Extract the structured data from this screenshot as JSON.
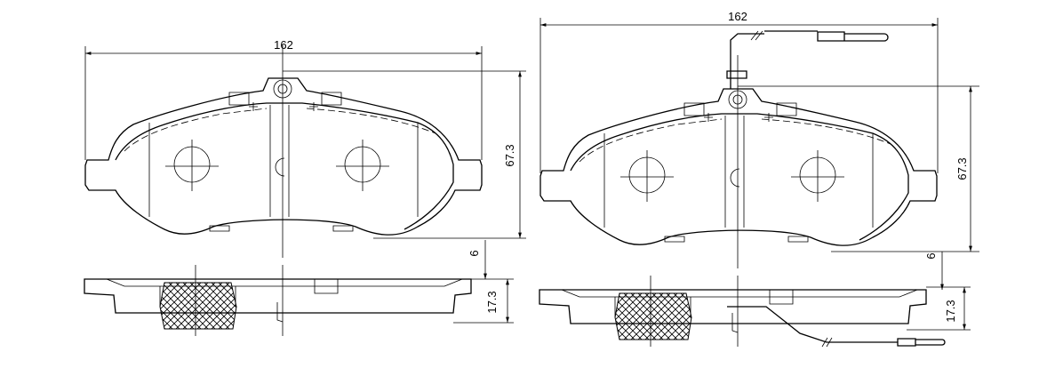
{
  "left_pad": {
    "width": "162",
    "height": "67.3",
    "offset": "6",
    "thickness": "17.3"
  },
  "right_pad": {
    "width": "162",
    "height": "67.3",
    "offset": "6",
    "thickness": "17.3"
  }
}
